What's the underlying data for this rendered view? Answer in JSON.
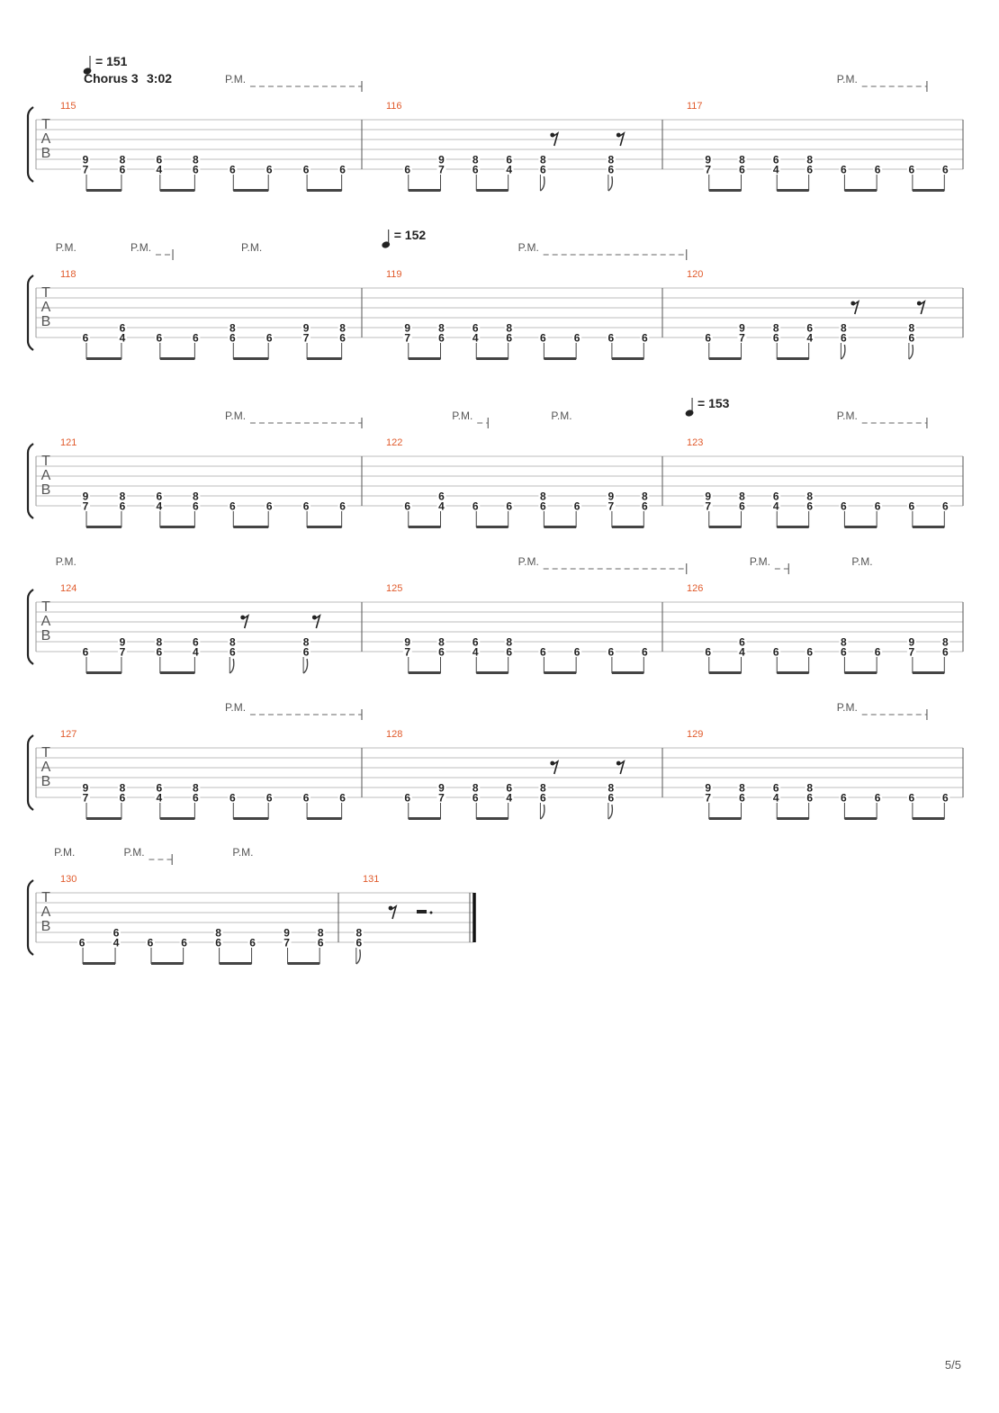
{
  "page_number": "5/5",
  "section": {
    "label": "Chorus 3",
    "time": "3:02"
  },
  "tab_label": [
    "T",
    "A",
    "B"
  ],
  "palm_mute_label": "P.M.",
  "systems": [
    {
      "measures": [
        115,
        116,
        117
      ],
      "tempo": "= 151",
      "pm": [
        {
          "m": 0,
          "p": 0.58,
          "e": 1.0
        },
        {
          "m": 2,
          "p": 0.58,
          "e": 0.88
        }
      ],
      "rests": [
        {
          "m": 1,
          "p": 0.64
        },
        {
          "m": 1,
          "p": 0.86
        }
      ],
      "notes": [
        {
          "m": 0,
          "p": 0,
          "f": [
            "9",
            "7"
          ]
        },
        {
          "m": 0,
          "p": 1,
          "f": [
            "8",
            "6"
          ]
        },
        {
          "m": 0,
          "p": 2,
          "f": [
            "6",
            "4"
          ]
        },
        {
          "m": 0,
          "p": 3,
          "f": [
            "8",
            "6"
          ]
        },
        {
          "m": 0,
          "p": 4,
          "f": [
            "",
            "6"
          ]
        },
        {
          "m": 0,
          "p": 5,
          "f": [
            "",
            "6"
          ]
        },
        {
          "m": 0,
          "p": 6,
          "f": [
            "",
            "6"
          ]
        },
        {
          "m": 0,
          "p": 7,
          "f": [
            "",
            "6"
          ]
        },
        {
          "m": 1,
          "p": 0,
          "f": [
            "",
            "6"
          ]
        },
        {
          "m": 1,
          "p": 1,
          "f": [
            "9",
            "7"
          ]
        },
        {
          "m": 1,
          "p": 2,
          "f": [
            "8",
            "6"
          ]
        },
        {
          "m": 1,
          "p": 3,
          "f": [
            "6",
            "4"
          ]
        },
        {
          "m": 1,
          "p": 4,
          "f": [
            "8",
            "6"
          ],
          "flag": true
        },
        {
          "m": 1,
          "p": 6,
          "f": [
            "8",
            "6"
          ],
          "flag": true
        },
        {
          "m": 2,
          "p": 0,
          "f": [
            "9",
            "7"
          ]
        },
        {
          "m": 2,
          "p": 1,
          "f": [
            "8",
            "6"
          ]
        },
        {
          "m": 2,
          "p": 2,
          "f": [
            "6",
            "4"
          ]
        },
        {
          "m": 2,
          "p": 3,
          "f": [
            "8",
            "6"
          ]
        },
        {
          "m": 2,
          "p": 4,
          "f": [
            "",
            "6"
          ]
        },
        {
          "m": 2,
          "p": 5,
          "f": [
            "",
            "6"
          ]
        },
        {
          "m": 2,
          "p": 6,
          "f": [
            "",
            "6"
          ]
        },
        {
          "m": 2,
          "p": 7,
          "f": [
            "",
            "6"
          ]
        }
      ]
    },
    {
      "measures": [
        118,
        119,
        120
      ],
      "tempo": "= 152",
      "pm": [
        {
          "m": 0,
          "p": 0.06
        },
        {
          "m": 0,
          "p": 0.29,
          "e": 0.42
        },
        {
          "m": 0,
          "p": 0.63
        },
        {
          "m": 1,
          "p": 0.52,
          "e": 1.08
        }
      ],
      "rests": [
        {
          "m": 2,
          "p": 0.64
        },
        {
          "m": 2,
          "p": 0.86
        }
      ],
      "notes": [
        {
          "m": 0,
          "p": 0,
          "f": [
            "",
            "6"
          ]
        },
        {
          "m": 0,
          "p": 1,
          "f": [
            "6",
            "4"
          ]
        },
        {
          "m": 0,
          "p": 2,
          "f": [
            "",
            "6"
          ]
        },
        {
          "m": 0,
          "p": 3,
          "f": [
            "",
            "6"
          ]
        },
        {
          "m": 0,
          "p": 4,
          "f": [
            "8",
            "6"
          ]
        },
        {
          "m": 0,
          "p": 5,
          "f": [
            "",
            "6"
          ]
        },
        {
          "m": 0,
          "p": 6,
          "f": [
            "9",
            "7"
          ]
        },
        {
          "m": 0,
          "p": 7,
          "f": [
            "8",
            "6"
          ]
        },
        {
          "m": 1,
          "p": 0,
          "f": [
            "9",
            "7"
          ]
        },
        {
          "m": 1,
          "p": 1,
          "f": [
            "8",
            "6"
          ]
        },
        {
          "m": 1,
          "p": 2,
          "f": [
            "6",
            "4"
          ]
        },
        {
          "m": 1,
          "p": 3,
          "f": [
            "8",
            "6"
          ]
        },
        {
          "m": 1,
          "p": 4,
          "f": [
            "",
            "6"
          ]
        },
        {
          "m": 1,
          "p": 5,
          "f": [
            "",
            "6"
          ]
        },
        {
          "m": 1,
          "p": 6,
          "f": [
            "",
            "6"
          ]
        },
        {
          "m": 1,
          "p": 7,
          "f": [
            "",
            "6"
          ]
        },
        {
          "m": 2,
          "p": 0,
          "f": [
            "",
            "6"
          ]
        },
        {
          "m": 2,
          "p": 1,
          "f": [
            "9",
            "7"
          ]
        },
        {
          "m": 2,
          "p": 2,
          "f": [
            "8",
            "6"
          ]
        },
        {
          "m": 2,
          "p": 3,
          "f": [
            "6",
            "4"
          ]
        },
        {
          "m": 2,
          "p": 4,
          "f": [
            "8",
            "6"
          ],
          "flag": true
        },
        {
          "m": 2,
          "p": 6,
          "f": [
            "8",
            "6"
          ],
          "flag": true
        }
      ]
    },
    {
      "measures": [
        121,
        122,
        123
      ],
      "tempo": "= 153",
      "pm": [
        {
          "m": 0,
          "p": 0.58,
          "e": 1.0
        },
        {
          "m": 1,
          "p": 0.3,
          "e": 0.42
        },
        {
          "m": 1,
          "p": 0.63
        },
        {
          "m": 2,
          "p": 0.58,
          "e": 0.88
        }
      ],
      "rests": [],
      "notes": [
        {
          "m": 0,
          "p": 0,
          "f": [
            "9",
            "7"
          ]
        },
        {
          "m": 0,
          "p": 1,
          "f": [
            "8",
            "6"
          ]
        },
        {
          "m": 0,
          "p": 2,
          "f": [
            "6",
            "4"
          ]
        },
        {
          "m": 0,
          "p": 3,
          "f": [
            "8",
            "6"
          ]
        },
        {
          "m": 0,
          "p": 4,
          "f": [
            "",
            "6"
          ]
        },
        {
          "m": 0,
          "p": 5,
          "f": [
            "",
            "6"
          ]
        },
        {
          "m": 0,
          "p": 6,
          "f": [
            "",
            "6"
          ]
        },
        {
          "m": 0,
          "p": 7,
          "f": [
            "",
            "6"
          ]
        },
        {
          "m": 1,
          "p": 0,
          "f": [
            "",
            "6"
          ]
        },
        {
          "m": 1,
          "p": 1,
          "f": [
            "6",
            "4"
          ]
        },
        {
          "m": 1,
          "p": 2,
          "f": [
            "",
            "6"
          ]
        },
        {
          "m": 1,
          "p": 3,
          "f": [
            "",
            "6"
          ]
        },
        {
          "m": 1,
          "p": 4,
          "f": [
            "8",
            "6"
          ]
        },
        {
          "m": 1,
          "p": 5,
          "f": [
            "",
            "6"
          ]
        },
        {
          "m": 1,
          "p": 6,
          "f": [
            "9",
            "7"
          ]
        },
        {
          "m": 1,
          "p": 7,
          "f": [
            "8",
            "6"
          ]
        },
        {
          "m": 2,
          "p": 0,
          "f": [
            "9",
            "7"
          ]
        },
        {
          "m": 2,
          "p": 1,
          "f": [
            "8",
            "6"
          ]
        },
        {
          "m": 2,
          "p": 2,
          "f": [
            "6",
            "4"
          ]
        },
        {
          "m": 2,
          "p": 3,
          "f": [
            "8",
            "6"
          ]
        },
        {
          "m": 2,
          "p": 4,
          "f": [
            "",
            "6"
          ]
        },
        {
          "m": 2,
          "p": 5,
          "f": [
            "",
            "6"
          ]
        },
        {
          "m": 2,
          "p": 6,
          "f": [
            "",
            "6"
          ]
        },
        {
          "m": 2,
          "p": 7,
          "f": [
            "",
            "6"
          ]
        }
      ]
    },
    {
      "measures": [
        124,
        125,
        126
      ],
      "pm": [
        {
          "m": 0,
          "p": 0.06
        },
        {
          "m": 1,
          "p": 0.52,
          "e": 1.08
        },
        {
          "m": 2,
          "p": 0.29,
          "e": 0.42
        },
        {
          "m": 2,
          "p": 0.63
        }
      ],
      "rests": [
        {
          "m": 0,
          "p": 0.64
        },
        {
          "m": 0,
          "p": 0.86
        }
      ],
      "notes": [
        {
          "m": 0,
          "p": 0,
          "f": [
            "",
            "6"
          ]
        },
        {
          "m": 0,
          "p": 1,
          "f": [
            "9",
            "7"
          ]
        },
        {
          "m": 0,
          "p": 2,
          "f": [
            "8",
            "6"
          ]
        },
        {
          "m": 0,
          "p": 3,
          "f": [
            "6",
            "4"
          ]
        },
        {
          "m": 0,
          "p": 4,
          "f": [
            "8",
            "6"
          ],
          "flag": true
        },
        {
          "m": 0,
          "p": 6,
          "f": [
            "8",
            "6"
          ],
          "flag": true
        },
        {
          "m": 1,
          "p": 0,
          "f": [
            "9",
            "7"
          ]
        },
        {
          "m": 1,
          "p": 1,
          "f": [
            "8",
            "6"
          ]
        },
        {
          "m": 1,
          "p": 2,
          "f": [
            "6",
            "4"
          ]
        },
        {
          "m": 1,
          "p": 3,
          "f": [
            "8",
            "6"
          ]
        },
        {
          "m": 1,
          "p": 4,
          "f": [
            "",
            "6"
          ]
        },
        {
          "m": 1,
          "p": 5,
          "f": [
            "",
            "6"
          ]
        },
        {
          "m": 1,
          "p": 6,
          "f": [
            "",
            "6"
          ]
        },
        {
          "m": 1,
          "p": 7,
          "f": [
            "",
            "6"
          ]
        },
        {
          "m": 2,
          "p": 0,
          "f": [
            "",
            "6"
          ]
        },
        {
          "m": 2,
          "p": 1,
          "f": [
            "6",
            "4"
          ]
        },
        {
          "m": 2,
          "p": 2,
          "f": [
            "",
            "6"
          ]
        },
        {
          "m": 2,
          "p": 3,
          "f": [
            "",
            "6"
          ]
        },
        {
          "m": 2,
          "p": 4,
          "f": [
            "8",
            "6"
          ]
        },
        {
          "m": 2,
          "p": 5,
          "f": [
            "",
            "6"
          ]
        },
        {
          "m": 2,
          "p": 6,
          "f": [
            "9",
            "7"
          ]
        },
        {
          "m": 2,
          "p": 7,
          "f": [
            "8",
            "6"
          ]
        }
      ]
    },
    {
      "measures": [
        127,
        128,
        129
      ],
      "pm": [
        {
          "m": 0,
          "p": 0.58,
          "e": 1.0
        },
        {
          "m": 2,
          "p": 0.58,
          "e": 0.88
        }
      ],
      "rests": [
        {
          "m": 1,
          "p": 0.64
        },
        {
          "m": 1,
          "p": 0.86
        }
      ],
      "notes": [
        {
          "m": 0,
          "p": 0,
          "f": [
            "9",
            "7"
          ]
        },
        {
          "m": 0,
          "p": 1,
          "f": [
            "8",
            "6"
          ]
        },
        {
          "m": 0,
          "p": 2,
          "f": [
            "6",
            "4"
          ]
        },
        {
          "m": 0,
          "p": 3,
          "f": [
            "8",
            "6"
          ]
        },
        {
          "m": 0,
          "p": 4,
          "f": [
            "",
            "6"
          ]
        },
        {
          "m": 0,
          "p": 5,
          "f": [
            "",
            "6"
          ]
        },
        {
          "m": 0,
          "p": 6,
          "f": [
            "",
            "6"
          ]
        },
        {
          "m": 0,
          "p": 7,
          "f": [
            "",
            "6"
          ]
        },
        {
          "m": 1,
          "p": 0,
          "f": [
            "",
            "6"
          ]
        },
        {
          "m": 1,
          "p": 1,
          "f": [
            "9",
            "7"
          ]
        },
        {
          "m": 1,
          "p": 2,
          "f": [
            "8",
            "6"
          ]
        },
        {
          "m": 1,
          "p": 3,
          "f": [
            "6",
            "4"
          ]
        },
        {
          "m": 1,
          "p": 4,
          "f": [
            "8",
            "6"
          ],
          "flag": true
        },
        {
          "m": 1,
          "p": 6,
          "f": [
            "8",
            "6"
          ],
          "flag": true
        },
        {
          "m": 2,
          "p": 0,
          "f": [
            "9",
            "7"
          ]
        },
        {
          "m": 2,
          "p": 1,
          "f": [
            "8",
            "6"
          ]
        },
        {
          "m": 2,
          "p": 2,
          "f": [
            "6",
            "4"
          ]
        },
        {
          "m": 2,
          "p": 3,
          "f": [
            "8",
            "6"
          ]
        },
        {
          "m": 2,
          "p": 4,
          "f": [
            "",
            "6"
          ]
        },
        {
          "m": 2,
          "p": 5,
          "f": [
            "",
            "6"
          ]
        },
        {
          "m": 2,
          "p": 6,
          "f": [
            "",
            "6"
          ]
        },
        {
          "m": 2,
          "p": 7,
          "f": [
            "",
            "6"
          ]
        }
      ]
    },
    {
      "measures": [
        130,
        131
      ],
      "final": true,
      "pm": [
        {
          "m": 0,
          "p": 0.06
        },
        {
          "m": 0,
          "p": 0.29,
          "e": 0.45
        },
        {
          "m": 0,
          "p": 0.65
        }
      ],
      "rests": [
        {
          "m": 1,
          "p": 0.4
        }
      ],
      "dotted_rest": {
        "m": 1,
        "p": 0.62
      },
      "notes": [
        {
          "m": 0,
          "p": 0,
          "f": [
            "",
            "6"
          ]
        },
        {
          "m": 0,
          "p": 1,
          "f": [
            "6",
            "4"
          ]
        },
        {
          "m": 0,
          "p": 2,
          "f": [
            "",
            "6"
          ]
        },
        {
          "m": 0,
          "p": 3,
          "f": [
            "",
            "6"
          ]
        },
        {
          "m": 0,
          "p": 4,
          "f": [
            "8",
            "6"
          ]
        },
        {
          "m": 0,
          "p": 5,
          "f": [
            "",
            "6"
          ]
        },
        {
          "m": 0,
          "p": 6,
          "f": [
            "9",
            "7"
          ]
        },
        {
          "m": 0,
          "p": 7,
          "f": [
            "8",
            "6"
          ]
        },
        {
          "m": 1,
          "p": 0,
          "f": [
            "8",
            "6"
          ],
          "flag": true
        }
      ]
    }
  ]
}
